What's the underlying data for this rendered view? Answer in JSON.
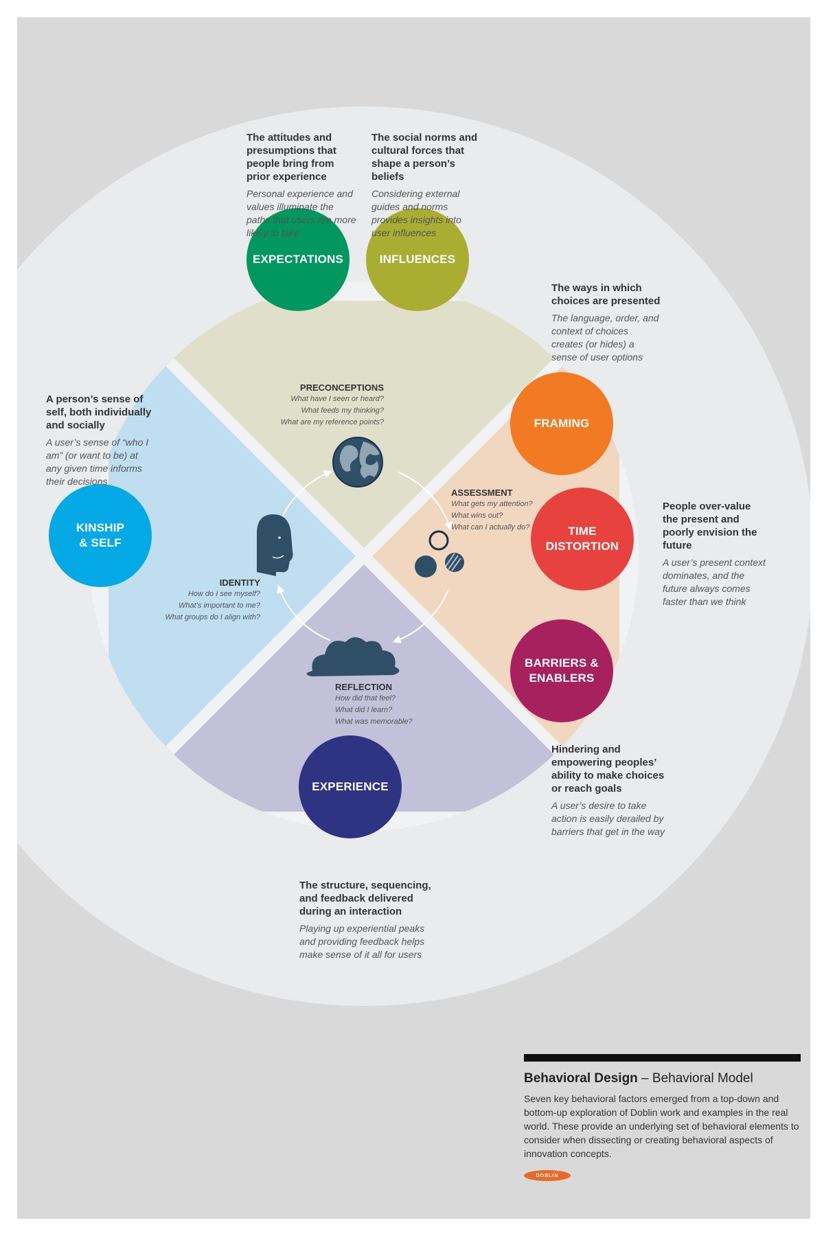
{
  "factors": [
    {
      "id": "expectations",
      "name": "EXPECTATIONS",
      "color": "#009760",
      "description": "The attitudes and presumptions that people bring from prior experience",
      "detail": "Personal experience and values illuminate the paths that users are more likely to take"
    },
    {
      "id": "influences",
      "name": "INFLUENCES",
      "color": "#a9ae33",
      "description": "The social norms and cultural forces that shape a person’s beliefs",
      "detail": "Considering external guides and norms provides insights into user influences"
    },
    {
      "id": "framing",
      "name": "FRAMING",
      "color": "#f27a22",
      "description": "The ways in which choices are presented",
      "detail": "The language, order, and context of choices creates (or hides) a sense of user options"
    },
    {
      "id": "time-distortion",
      "name": "TIME\nDISTORTION",
      "color": "#e8423f",
      "description": "People over-value the present and poorly envision the future",
      "detail": "A user’s present context dominates, and the future always comes faster than we think"
    },
    {
      "id": "barriers-enablers",
      "name": "BARRIERS &\nENABLERS",
      "color": "#a6215e",
      "description": "Hindering and empowering peoples’ ability to make choices or reach goals",
      "detail": "A user’s desire to take action is easily derailed by barriers that get in the way"
    },
    {
      "id": "experience",
      "name": "EXPERIENCE",
      "color": "#2e3382",
      "description": "The structure, sequencing, and feedback delivered during an interaction",
      "detail": "Playing up experiential peaks and providing feedback helps make sense of it all for users"
    },
    {
      "id": "kinship-self",
      "name": "KINSHIP\n& SELF",
      "color": "#04a9e6",
      "description": "A person’s sense of self, both individually and socially",
      "detail": "A user’s sense of “who I am” (or want to be) at any given time informs their decisions"
    }
  ],
  "stages": [
    {
      "id": "preconceptions",
      "title": "PRECONCEPTIONS",
      "color": "#e0dfca",
      "questions": [
        "What have I seen or heard?",
        "What feeds my thinking?",
        "What are my reference points?"
      ]
    },
    {
      "id": "assessment",
      "title": "ASSESSMENT",
      "color": "#f1d6c0",
      "questions": [
        "What gets my attention?",
        "What wins out?",
        "What can I actually do?"
      ]
    },
    {
      "id": "reflection",
      "title": "REFLECTION",
      "color": "#c3c1d9",
      "questions": [
        "How did that feel?",
        "What did I learn?",
        "What was memorable?"
      ]
    },
    {
      "id": "identity",
      "title": "IDENTITY",
      "color": "#bfdff0",
      "questions": [
        "How do I see myself?",
        "What’s important to me?",
        "What groups do I align with?"
      ]
    }
  ],
  "footer": {
    "title_bold": "Behavioral Design",
    "title_rest": " – Behavioral Model",
    "description": "Seven key behavioral factors emerged from a top-down and bottom-up exploration of Doblin work and examples in the real world. These provide an underlying set of behavioral elements to consider when dissecting or creating behavioral aspects of innovation concepts.",
    "logo": "DOBLIN"
  },
  "colors": {
    "background": "#d9d9d9",
    "outer_ring": "#eaebec",
    "inner_disc": "#f1f2f3",
    "icon": "#2f4f66",
    "cycle_arrow": "#ffffff"
  },
  "icons": [
    "globe-icon",
    "assessment-circles-icon",
    "cloud-icon",
    "head-icon"
  ]
}
